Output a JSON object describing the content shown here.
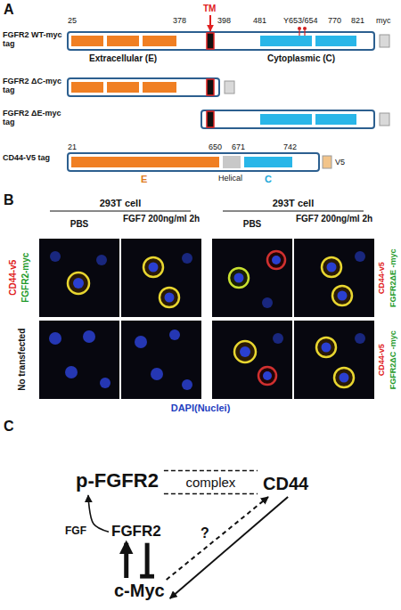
{
  "diagram": {
    "nodes": [
      {
        "text": [
          "p-FGFR2"
        ]
      },
      {
        "text": [
          "CD44"
        ]
      },
      {
        "text": [
          "FGFR2"
        ]
      },
      {
        "text": [
          "c-Myc"
        ]
      }
    ],
    "edges": [
      {
        "from": 0,
        "to": 1,
        "label": "complex",
        "arrow": "none"
      },
      {
        "from": 2,
        "to": 0,
        "label": "FGF",
        "arrow": "to"
      },
      {
        "from": 3,
        "to": 2,
        "arrow": "to"
      },
      {
        "from": 2,
        "to": 3,
        "arrow": "to"
      },
      {
        "from": 3,
        "to": 1,
        "label": "?",
        "arrow": "to"
      },
      {
        "from": 1,
        "to": 3,
        "arrow": "to"
      }
    ],
    "labels": [
      "A",
      "TM",
      "25",
      "378",
      "398",
      "481",
      "Y653/654",
      "770",
      "821",
      "myc",
      "FGFR2 WT-myc tag",
      "Extracellular (E)",
      "Cytoplasmic (C)",
      "FGFR2 ΔC-myc tag",
      "FGFR2 ΔE-myc tag",
      "21",
      "650",
      "671",
      "742",
      "V5",
      "CD44-V5 tag",
      "E",
      "Helical",
      "C",
      "B",
      "293T cell",
      "293T cell",
      "PBS",
      "FGF7 200ng/ml 2h",
      "PBS",
      "FGF7 200ng/ml 2h",
      "CD44-v5",
      "FGFR2-myc",
      "No transfected",
      "CD44-v5",
      "FGFR2ΔE -myc",
      "CD44-v5",
      "FGFR2ΔC -myc",
      "DAPI(Nuclei)",
      "C"
    ]
  }
}
